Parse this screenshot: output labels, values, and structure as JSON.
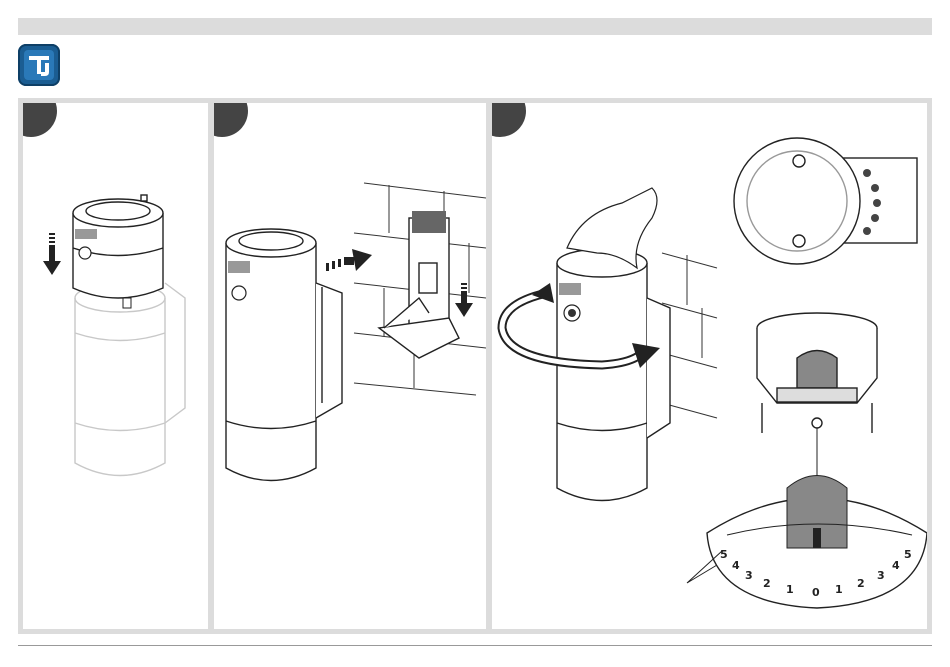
{
  "header": {
    "logo_icon": "tj-logo-icon",
    "bar_color": "#dcdcdc",
    "logo_color": "#1b5d92"
  },
  "panels": [
    {
      "step_label": "",
      "icon": "camera-insert-down-icon"
    },
    {
      "step_label": "",
      "icon": "wall-mount-slide-icon"
    },
    {
      "step_label": "",
      "icon": "rotate-adjust-icon"
    }
  ],
  "dial": {
    "left_numbers": [
      "5",
      "4",
      "3",
      "2",
      "1"
    ],
    "center_number": "0",
    "right_numbers": [
      "1",
      "2",
      "3",
      "4",
      "5"
    ]
  }
}
